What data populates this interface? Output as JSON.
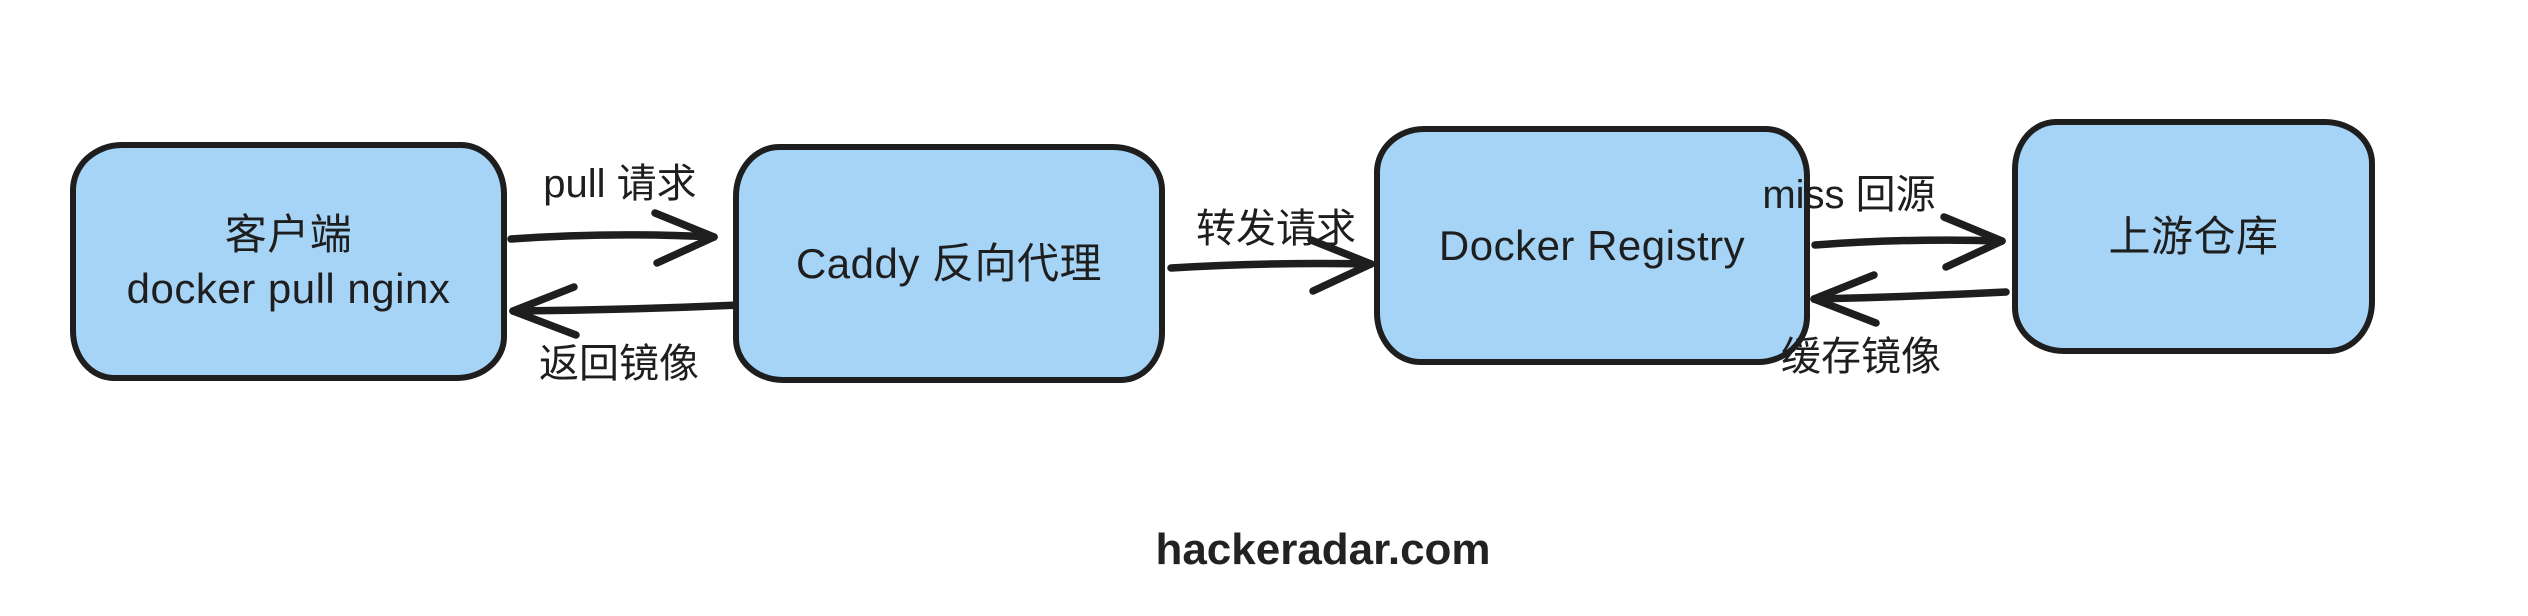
{
  "nodes": [
    {
      "id": "client",
      "lines": [
        "客户端",
        "docker pull nginx"
      ]
    },
    {
      "id": "caddy-reverse-proxy",
      "lines": [
        "Caddy 反向代理"
      ]
    },
    {
      "id": "docker-registry",
      "lines": [
        "Docker Registry"
      ]
    },
    {
      "id": "upstream-registry",
      "lines": [
        "上游仓库"
      ]
    }
  ],
  "edges": [
    {
      "id": "pull-request",
      "label": "pull 请求",
      "from": "client",
      "to": "caddy-reverse-proxy",
      "direction": "right"
    },
    {
      "id": "return-image",
      "label": "返回镜像",
      "from": "caddy-reverse-proxy",
      "to": "client",
      "direction": "left"
    },
    {
      "id": "forward-request",
      "label": "转发请求",
      "from": "caddy-reverse-proxy",
      "to": "docker-registry",
      "direction": "right"
    },
    {
      "id": "miss-origin",
      "label": "miss 回源",
      "from": "docker-registry",
      "to": "upstream-registry",
      "direction": "right"
    },
    {
      "id": "cache-image",
      "label": "缓存镜像",
      "from": "upstream-registry",
      "to": "docker-registry",
      "direction": "left"
    }
  ],
  "footer": {
    "text": "hackeradar.com"
  },
  "colors": {
    "node_fill": "#a6d4f7",
    "stroke": "#1e1e1e",
    "text": "#1e1e1e",
    "background": "#ffffff"
  }
}
